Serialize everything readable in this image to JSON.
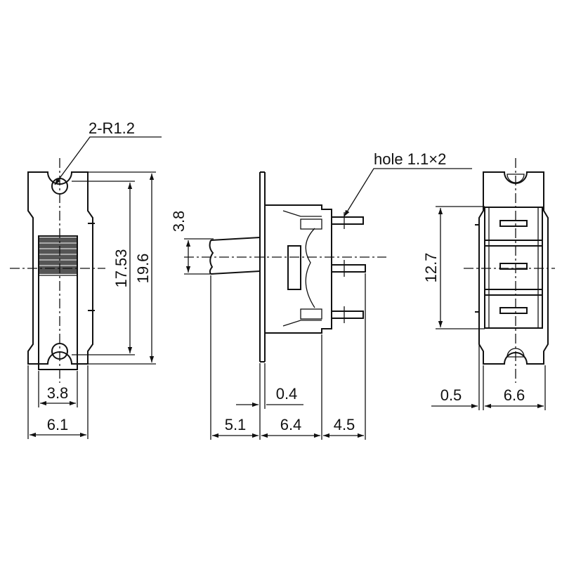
{
  "labels": {
    "radius": "2-R1.2",
    "hole": "hole 1.1×2",
    "d_17_53": "17.53",
    "d_19_6": "19.6",
    "d_3_8_bottom": "3.8",
    "d_6_1": "6.1",
    "d_3_8_side": "3.8",
    "d_0_4": "0.4",
    "d_5_1": "5.1",
    "d_6_4": "6.4",
    "d_4_5": "4.5",
    "d_12_7": "12.7",
    "d_0_5": "0.5",
    "d_6_6": "6.6"
  }
}
